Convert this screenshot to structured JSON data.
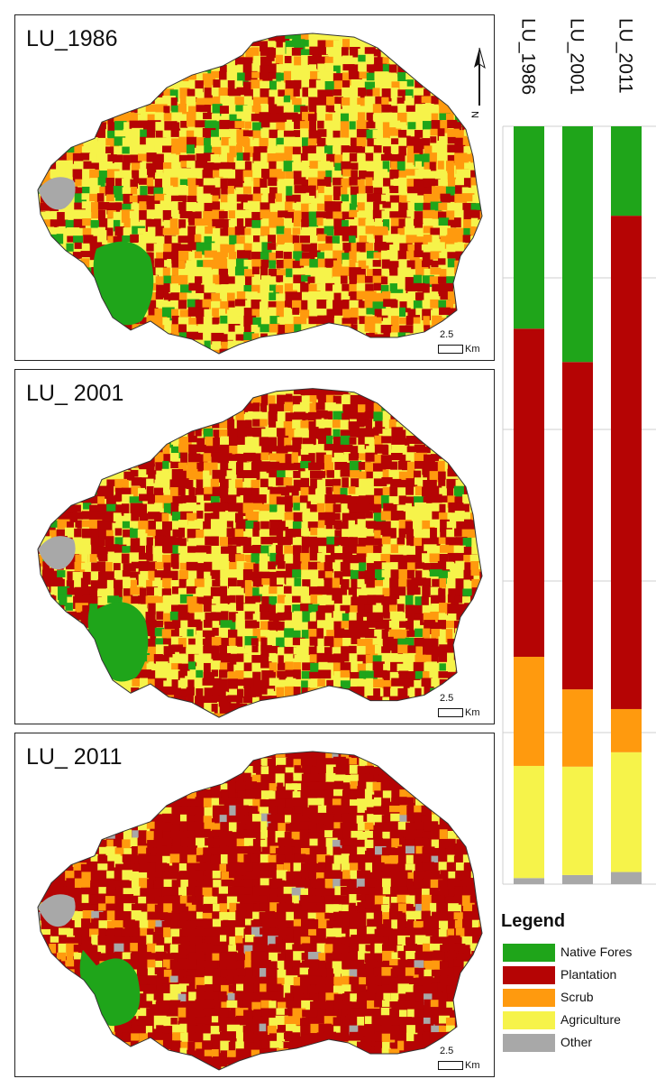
{
  "colors": {
    "native_forest": "#1fa51a",
    "plantation": "#b50404",
    "scrub": "#ff9a0e",
    "agriculture": "#f6f34a",
    "other": "#a8a8a8"
  },
  "maps": [
    {
      "title": "LU_1986",
      "scale_value": "2.5",
      "scale_unit": "Km"
    },
    {
      "title": "LU_ 2001",
      "scale_value": "2.5",
      "scale_unit": "Km"
    },
    {
      "title": "LU_ 2011",
      "scale_value": "2.5",
      "scale_unit": "Km"
    }
  ],
  "north_arrow": {
    "label": "N"
  },
  "chart_data": {
    "type": "bar",
    "orientation": "vertical-stacked-100",
    "categories": [
      "LU_1986",
      "LU_2001",
      "LU_2011"
    ],
    "series": [
      {
        "name": "Other",
        "values": [
          0.8,
          1.2,
          1.6
        ]
      },
      {
        "name": "Agriculture",
        "values": [
          14.8,
          14.3,
          15.8
        ]
      },
      {
        "name": "Scrub",
        "values": [
          14.4,
          10.2,
          5.7
        ]
      },
      {
        "name": "Plantation",
        "values": [
          43.3,
          43.2,
          65.1
        ]
      },
      {
        "name": "Native Forest",
        "values": [
          26.7,
          31.1,
          11.8
        ]
      }
    ],
    "ylim": [
      0,
      100
    ],
    "grid": true,
    "stack_order": "bottom-to-top"
  },
  "legend": {
    "title": "Legend",
    "items": [
      {
        "label": "Native Fores",
        "color": "#1fa51a"
      },
      {
        "label": "Plantation",
        "color": "#b50404"
      },
      {
        "label": "Scrub",
        "color": "#ff9a0e"
      },
      {
        "label": "Agriculture",
        "color": "#f6f34a"
      },
      {
        "label": "Other",
        "color": "#a8a8a8"
      }
    ]
  }
}
